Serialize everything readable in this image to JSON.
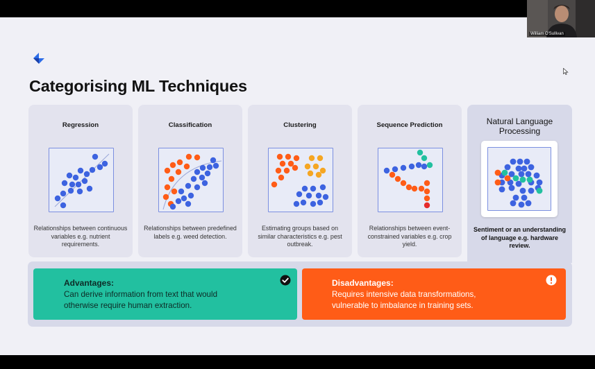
{
  "slide": {
    "title": "Categorising ML Techniques",
    "logo_icon": "jira-style-logo-icon",
    "cards": [
      {
        "title": "Regression",
        "description": "Relationships between continuous variables e.g. nutrient requirements."
      },
      {
        "title": "Classification",
        "description": "Relationships between predefined labels e.g. weed detection."
      },
      {
        "title": "Clustering",
        "description": "Estimating groups based on similar characteristics e.g. pest outbreak."
      },
      {
        "title": "Sequence Prediction",
        "description": "Relationships between event-constrained variables e.g. crop yield."
      },
      {
        "title": "Natural Language Processing",
        "description": "Sentiment or an understanding of language e.g. hardware review."
      }
    ],
    "advantages": {
      "heading": "Advantages:",
      "line1": "Can derive information from text that would",
      "line2": "otherwise require human extraction.",
      "icon": "check-circle-icon"
    },
    "disadvantages": {
      "heading": "Disadvantages:",
      "line1": "Requires intensive data transformations,",
      "line2": "vulnerable to imbalance in training sets.",
      "icon": "alert-circle-icon"
    }
  },
  "webcam": {
    "name": "William O'Sullivan"
  },
  "colors": {
    "blue": "#3d63e0",
    "orange": "#ff5c17",
    "amber": "#f5a623",
    "teal": "#22c0a0",
    "red": "#e52b2b",
    "advantage_bg": "#22c0a0",
    "disadvantage_bg": "#ff5c17"
  }
}
